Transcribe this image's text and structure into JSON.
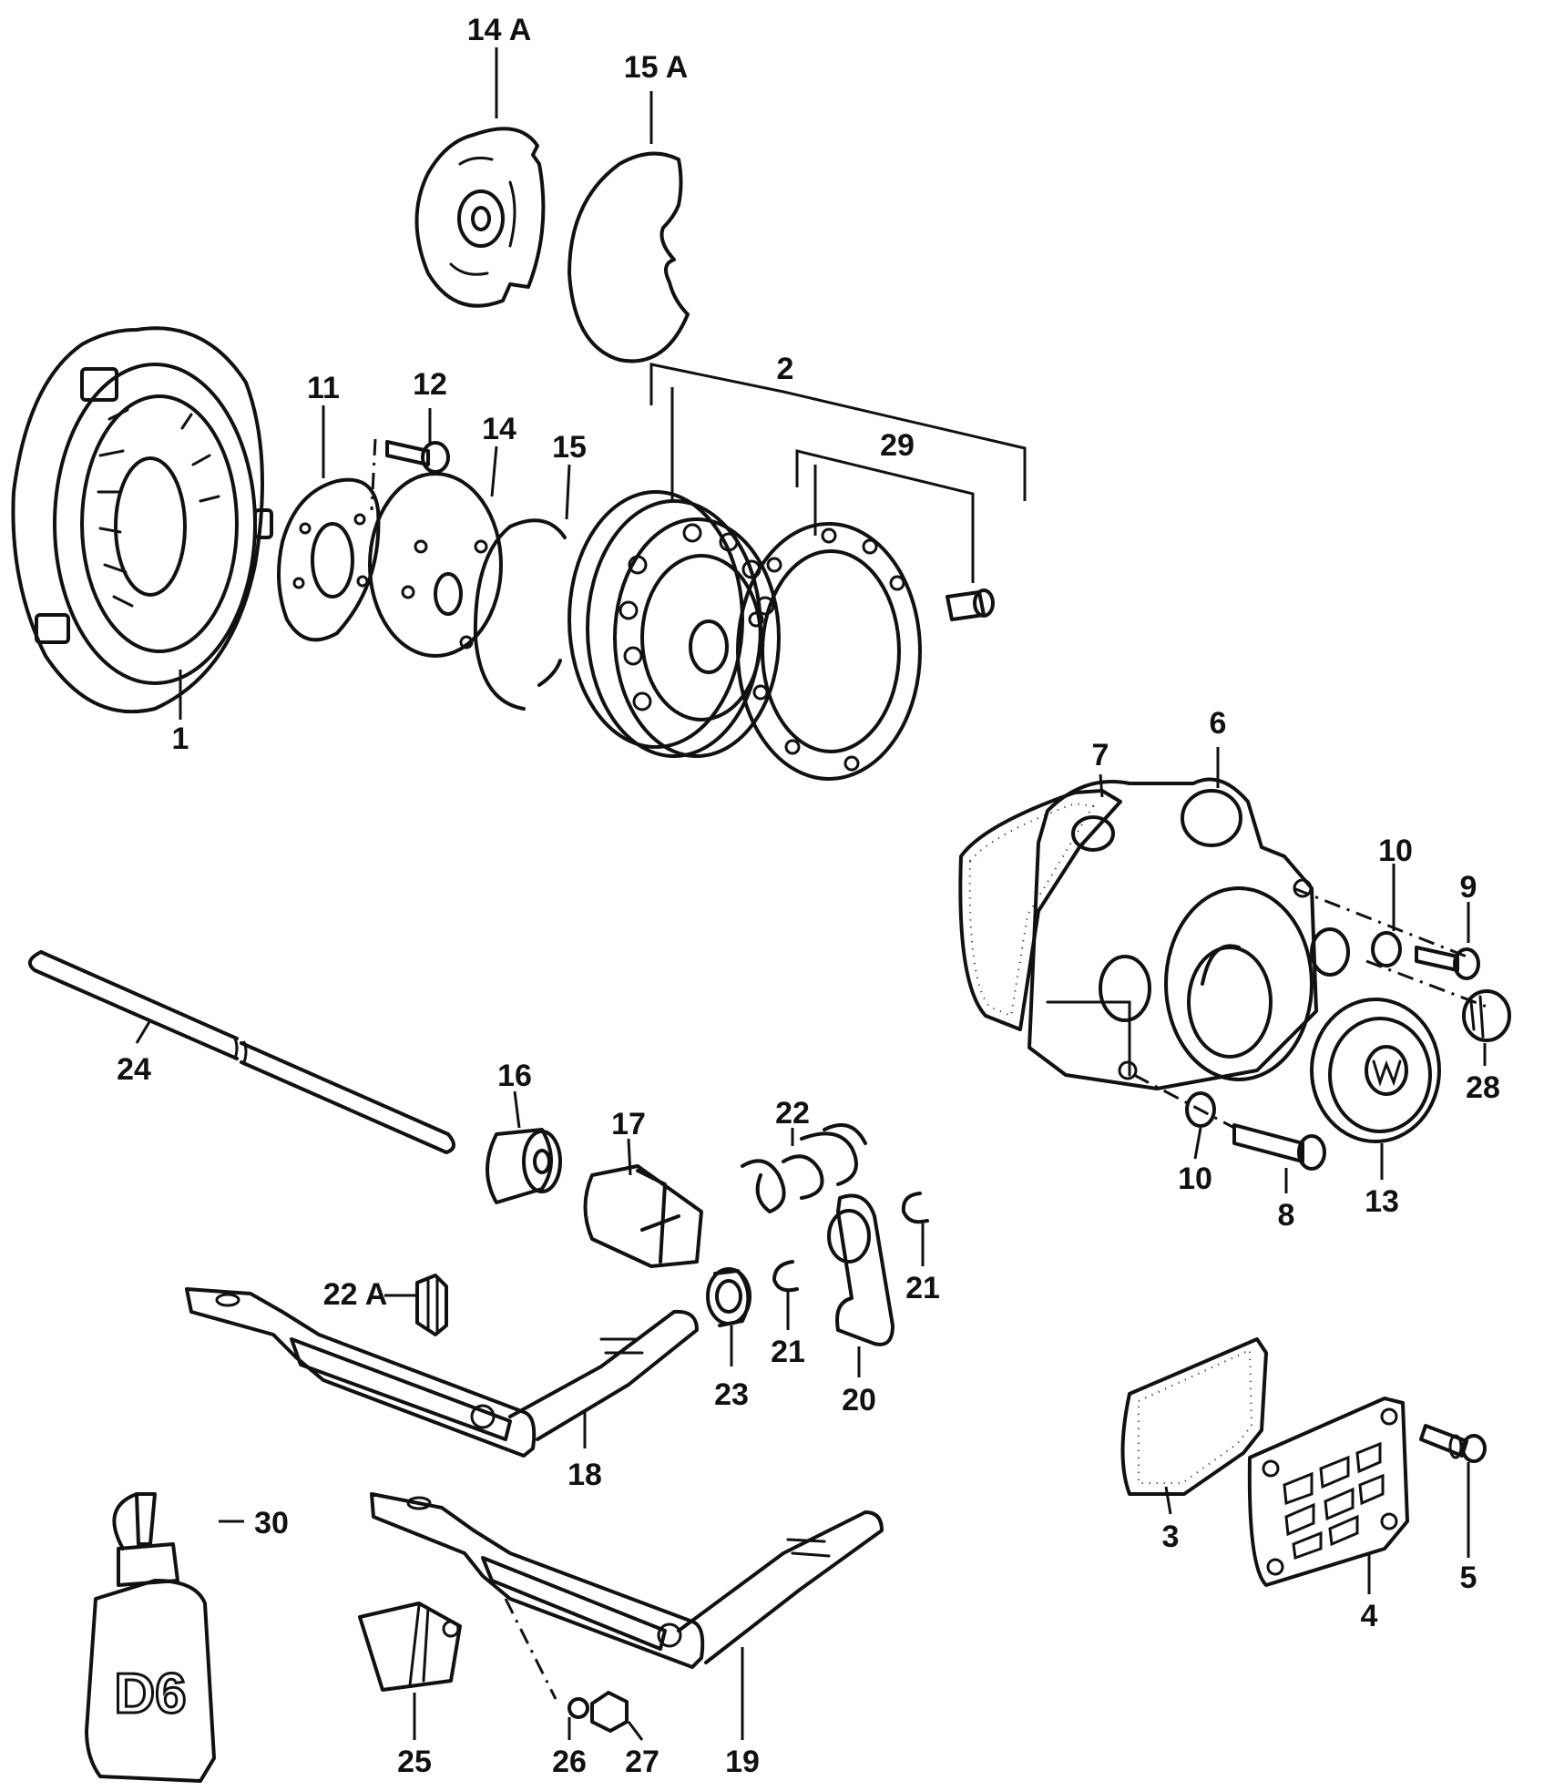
{
  "labels": {
    "l1": "1",
    "l2": "2",
    "l3": "3",
    "l4": "4",
    "l5": "5",
    "l6": "6",
    "l7": "7",
    "l8": "8",
    "l9": "9",
    "l10a": "10",
    "l10b": "10",
    "l11": "11",
    "l12": "12",
    "l13": "13",
    "l14": "14",
    "l14a": "14 A",
    "l15": "15",
    "l15a": "15 A",
    "l16": "16",
    "l17": "17",
    "l18": "18",
    "l19": "19",
    "l20": "20",
    "l21a": "21",
    "l21b": "21",
    "l22": "22",
    "l22a": "22 A",
    "l23": "23",
    "l24": "24",
    "l25": "25",
    "l26": "26",
    "l27": "27",
    "l28": "28",
    "l29": "29",
    "l30": "30"
  },
  "container_marking": "D6"
}
